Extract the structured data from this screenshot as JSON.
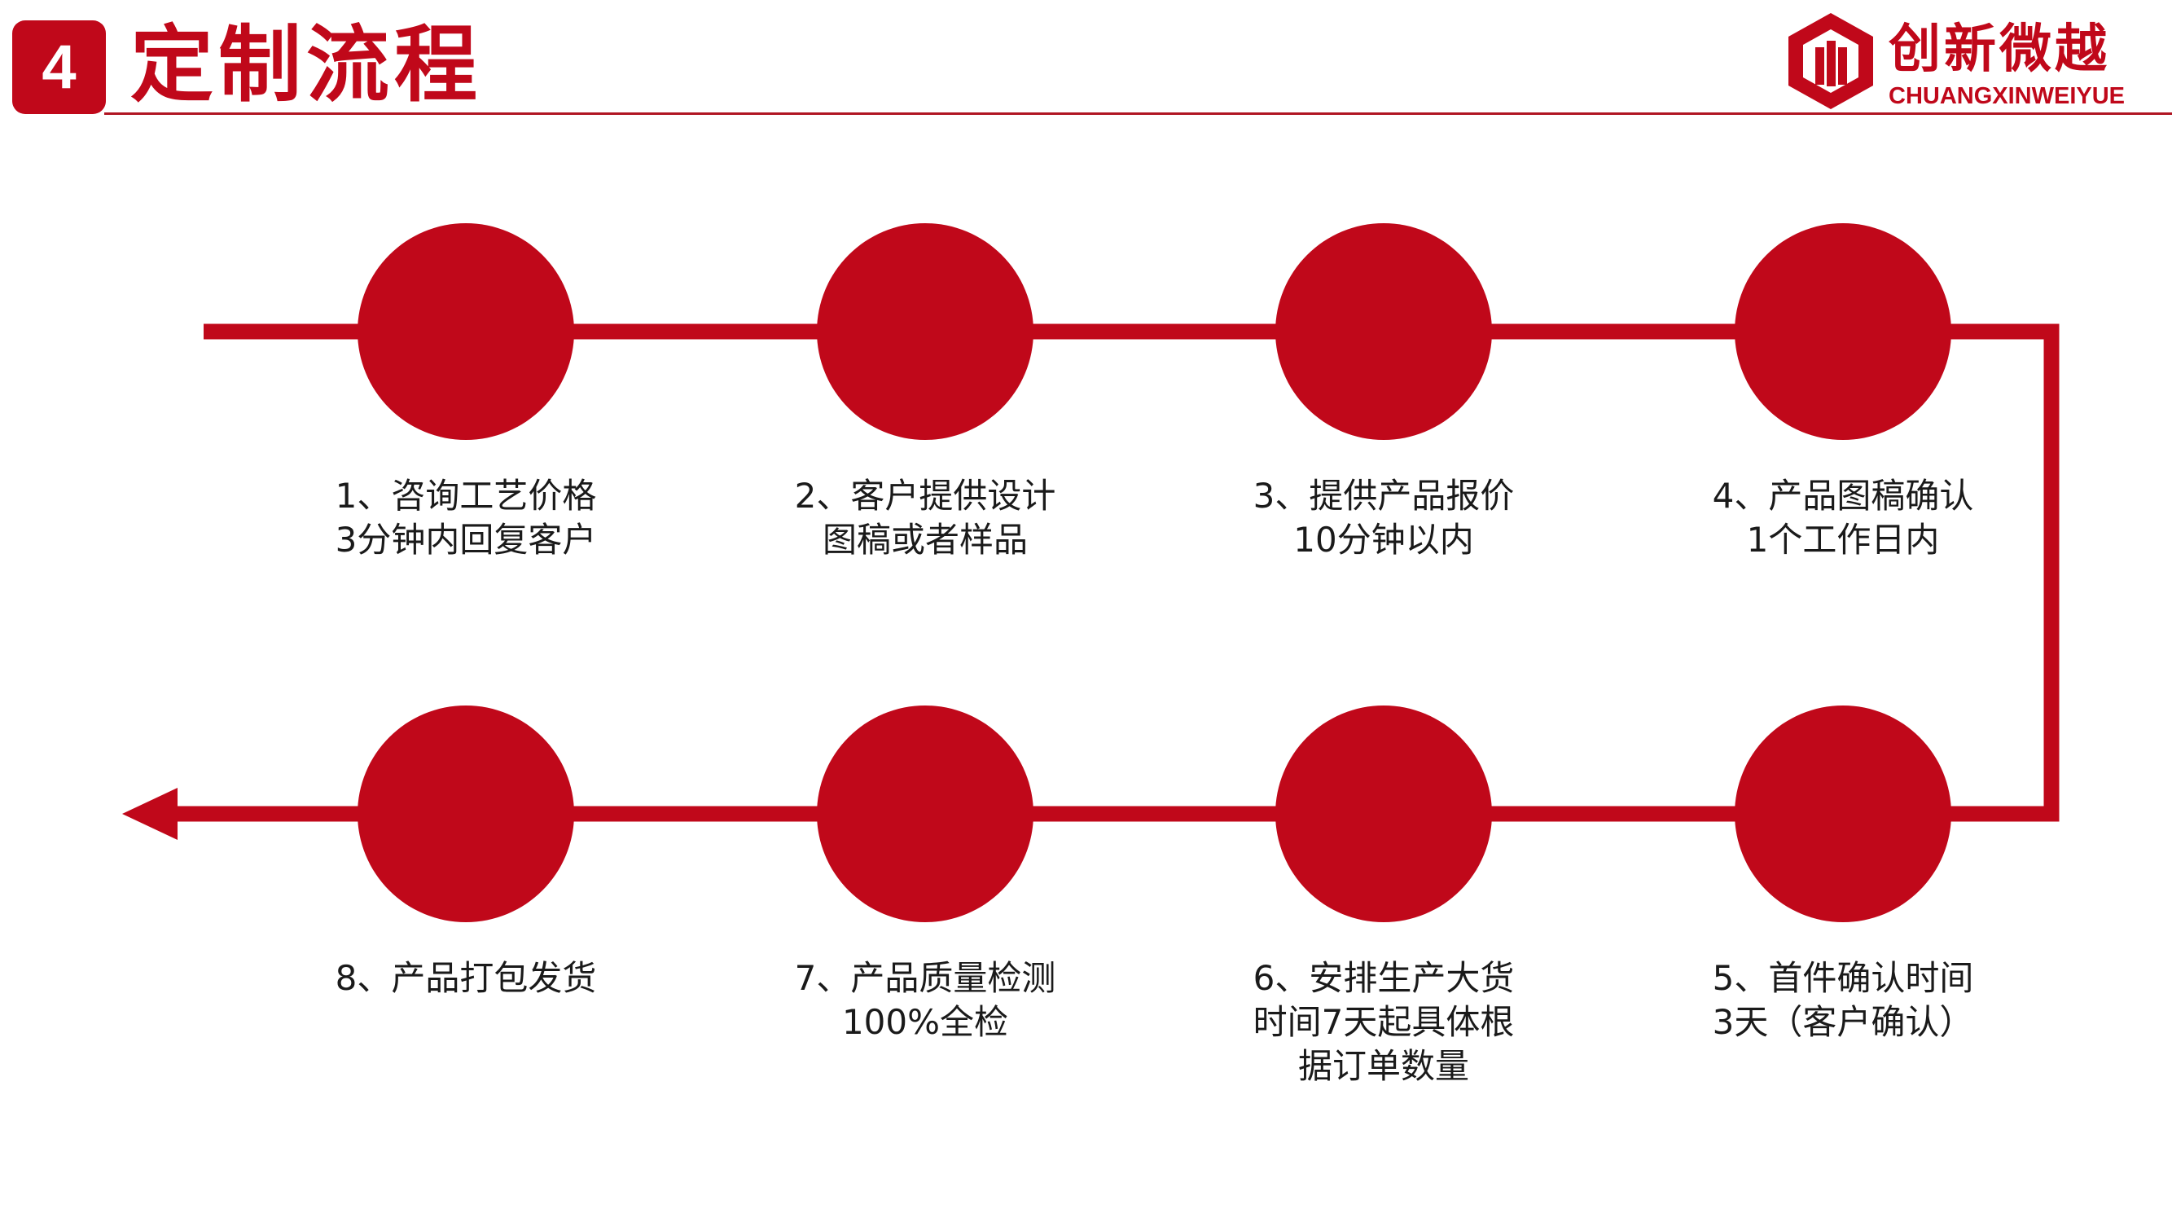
{
  "header": {
    "section_number": "4",
    "title": "定制流程"
  },
  "logo": {
    "name_cn": "创新微越",
    "name_en": "CHUANGXINWEIYUE"
  },
  "steps": [
    {
      "lines": [
        "1、咨询工艺价格",
        "3分钟内回复客户"
      ]
    },
    {
      "lines": [
        "2、客户提供设计",
        "图稿或者样品"
      ]
    },
    {
      "lines": [
        "3、提供产品报价",
        "10分钟以内"
      ]
    },
    {
      "lines": [
        "4、产品图稿确认",
        "1个工作日内"
      ]
    },
    {
      "lines": [
        "5、首件确认时间",
        "3天（客户确认）"
      ]
    },
    {
      "lines": [
        "6、安排生产大货",
        "时间7天起具体根",
        "据订单数量"
      ]
    },
    {
      "lines": [
        "7、产品质量检测",
        "100%全检"
      ]
    },
    {
      "lines": [
        "8、产品打包发货"
      ]
    }
  ],
  "colors": {
    "accent": "#c0081a",
    "rule": "#b01522",
    "text": "#1a1a1a",
    "background": "#ffffff"
  },
  "icons": {
    "logo_mark": "hexagon-logo-icon",
    "flow_end": "arrow-left-icon"
  }
}
